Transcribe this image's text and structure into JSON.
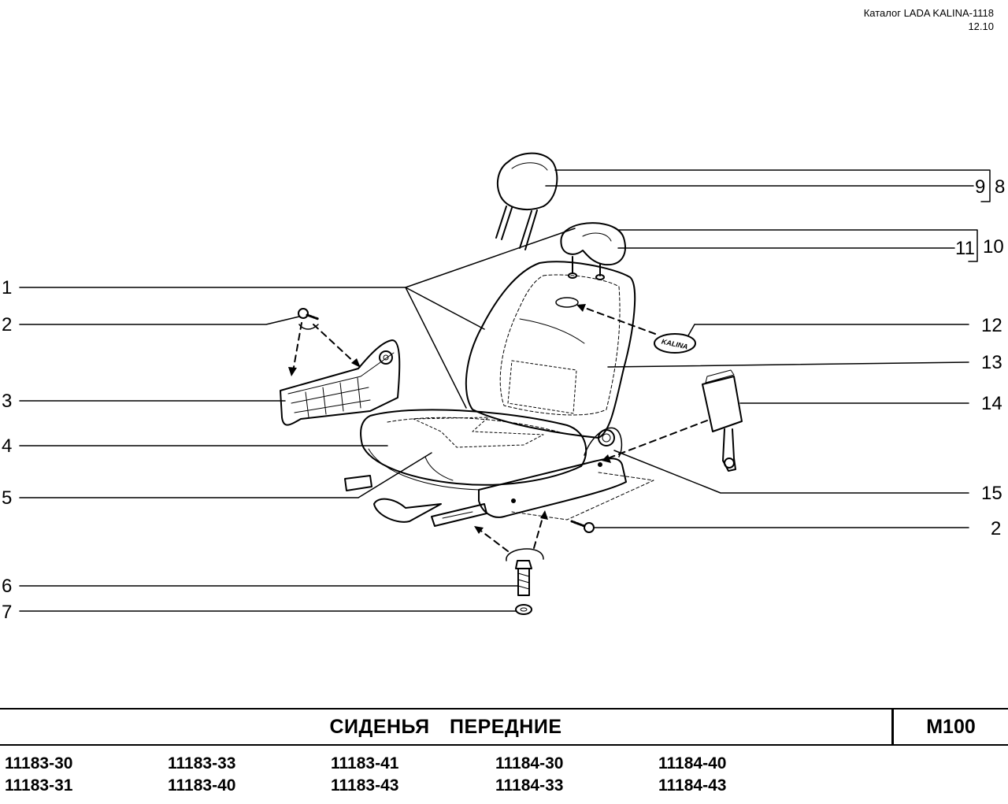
{
  "header": {
    "catalog": "Каталог LADA KALINA-1118",
    "version": "12.10"
  },
  "title": "СИДЕНЬЯ ПЕРЕДНИЕ",
  "section_code": "M100",
  "callouts": {
    "left": [
      "1",
      "2",
      "3",
      "4",
      "5",
      "6",
      "7"
    ],
    "right": [
      "9",
      "8",
      "11",
      "10",
      "12",
      "13",
      "14",
      "15",
      "2"
    ]
  },
  "badge_text": "KALINA",
  "models": [
    [
      "11183-30",
      "11183-31"
    ],
    [
      "11183-33",
      "11183-40"
    ],
    [
      "11183-41",
      "11183-43"
    ],
    [
      "11184-30",
      "11184-33"
    ],
    [
      "11184-40",
      "11184-43"
    ]
  ]
}
